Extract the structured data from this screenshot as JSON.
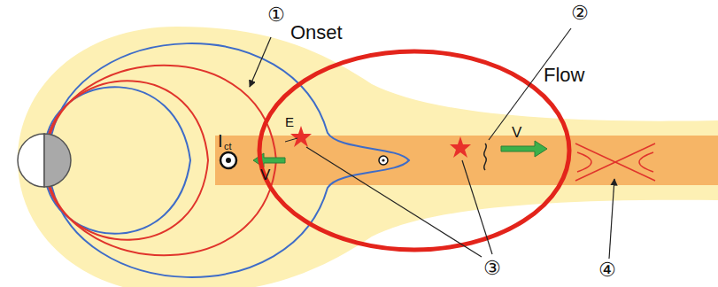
{
  "diagram": {
    "labels": [
      "①",
      "Onset",
      "②",
      "Flow",
      "I",
      "ct",
      "E",
      "V",
      "V",
      "③",
      "④"
    ]
  }
}
